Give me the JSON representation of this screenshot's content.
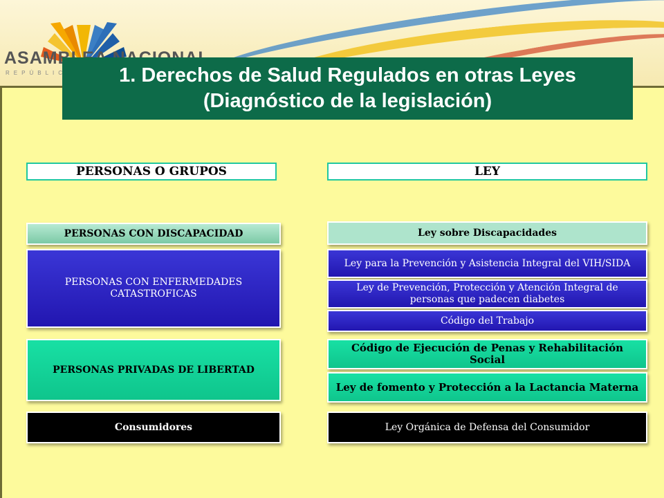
{
  "header": {
    "logo_text": "ASAMBLEA NACIONAL",
    "logo_sub": "REPÚBLICA DEL ECUADOR",
    "title_line1": "1. Derechos de Salud Regulados en otras Leyes",
    "title_line2": "(Diagnóstico de la legislación)"
  },
  "columns": {
    "left_header": "PERSONAS O GRUPOS",
    "right_header": "LEY"
  },
  "groups": [
    "PERSONAS CON DISCAPACIDAD",
    "PERSONAS CON ENFERMEDADES CATASTROFICAS",
    "PERSONAS PRIVADAS DE LIBERTAD",
    "Consumidores"
  ],
  "laws": [
    "Ley sobre Discapacidades",
    "Ley para la Prevención y Asistencia Integral del VIH/SIDA",
    "Ley  de Prevención, Protección y Atención Integral de personas que padecen diabetes",
    "Código del Trabajo",
    "Código de Ejecución de Penas y Rehabilitación Social",
    "Ley de fomento y Protección a la Lactancia Materna",
    "Ley Orgánica de Defensa del Consumidor"
  ],
  "colors": {
    "background": "#fdfa9c",
    "title_bg": "#0d6b49",
    "header_border": "#1fc7a0",
    "blue": "#2a22c4",
    "green": "#14d79a",
    "black": "#000000"
  }
}
